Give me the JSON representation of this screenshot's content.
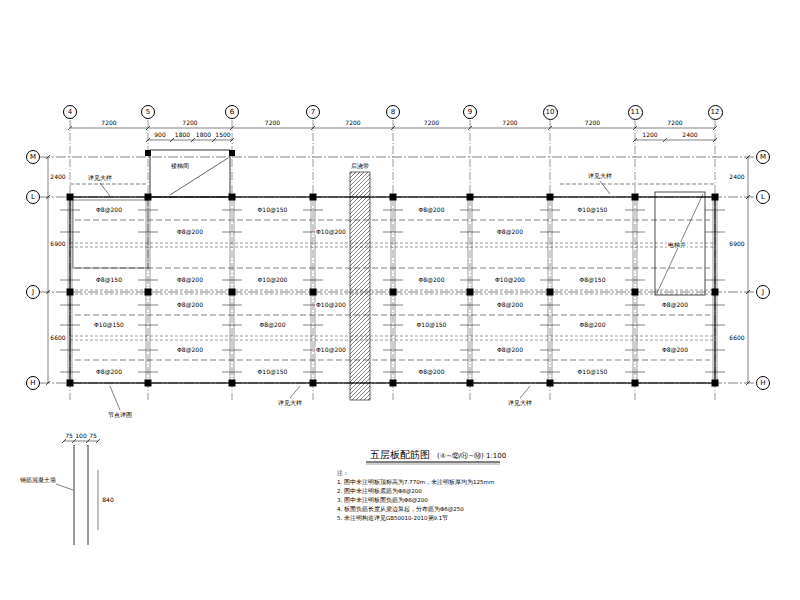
{
  "diagram": {
    "title": "五层板配筋图",
    "nodes": [
      {
        "text": [
          "4"
        ]
      },
      {
        "text": [
          "5"
        ]
      },
      {
        "text": [
          "6"
        ]
      },
      {
        "text": [
          "7"
        ]
      },
      {
        "text": [
          "8"
        ]
      },
      {
        "text": [
          "9"
        ]
      },
      {
        "text": [
          "10"
        ]
      },
      {
        "text": [
          "11"
        ]
      },
      {
        "text": [
          "12"
        ]
      },
      {
        "text": [
          "M"
        ]
      },
      {
        "text": [
          "M"
        ]
      },
      {
        "text": [
          "L"
        ]
      },
      {
        "text": [
          "L"
        ]
      },
      {
        "text": [
          "J"
        ]
      },
      {
        "text": [
          "J"
        ]
      },
      {
        "text": [
          "H"
        ]
      },
      {
        "text": [
          "H"
        ]
      }
    ],
    "edges": [
      {
        "from": 9,
        "to": 10,
        "arrow": "none"
      },
      {
        "from": 11,
        "to": 12,
        "arrow": "none"
      },
      {
        "from": 13,
        "to": 14,
        "arrow": "none"
      },
      {
        "from": 15,
        "to": 16,
        "arrow": "none"
      }
    ],
    "labels": [
      "7200",
      "7200",
      "7200",
      "7200",
      "7200",
      "7200",
      "7200",
      "7200",
      "900",
      "1800",
      "1800",
      "1500",
      "1200",
      "2400",
      "2400",
      "6900",
      "6600",
      "2400",
      "6900",
      "6600",
      "Φ8@200",
      "Φ10@150",
      "Φ8@200",
      "Φ10@150",
      "Φ8@200",
      "Φ10@200",
      "Φ8@200",
      "Φ8@150",
      "Φ8@200",
      "Φ10@200",
      "Φ8@200",
      "Φ10@200",
      "Φ8@150",
      "Φ8@200",
      "Φ10@200",
      "Φ8@200",
      "Φ8@200",
      "Φ10@150",
      "Φ8@200",
      "Φ10@150",
      "Φ8@200",
      "Φ8@200",
      "Φ10@200",
      "Φ8@200",
      "Φ8@200",
      "Φ8@200",
      "Φ10@150",
      "Φ8@200",
      "Φ10@150",
      "后浇带",
      "详见大样",
      "详见大样",
      "详见大样",
      "详见大样",
      "楼梯间",
      "电梯井",
      "节点详图",
      "75",
      "100",
      "75",
      "钢筋混凝土墙",
      "840",
      "(④~⑫/Ⓗ~Ⓜ) 1:100",
      "注：",
      "1. 图中未注明板顶标高为7.770m，未注明板厚均为125mm",
      "2. 图中未注明板底筋为Φ8@200",
      "3. 图中未注明板面负筋为Φ8@200",
      "4. 板面负筋长度从梁边算起，分布筋为Φ6@250",
      "5. 未注明构造详见GB50010-2010第9.1节"
    ]
  }
}
